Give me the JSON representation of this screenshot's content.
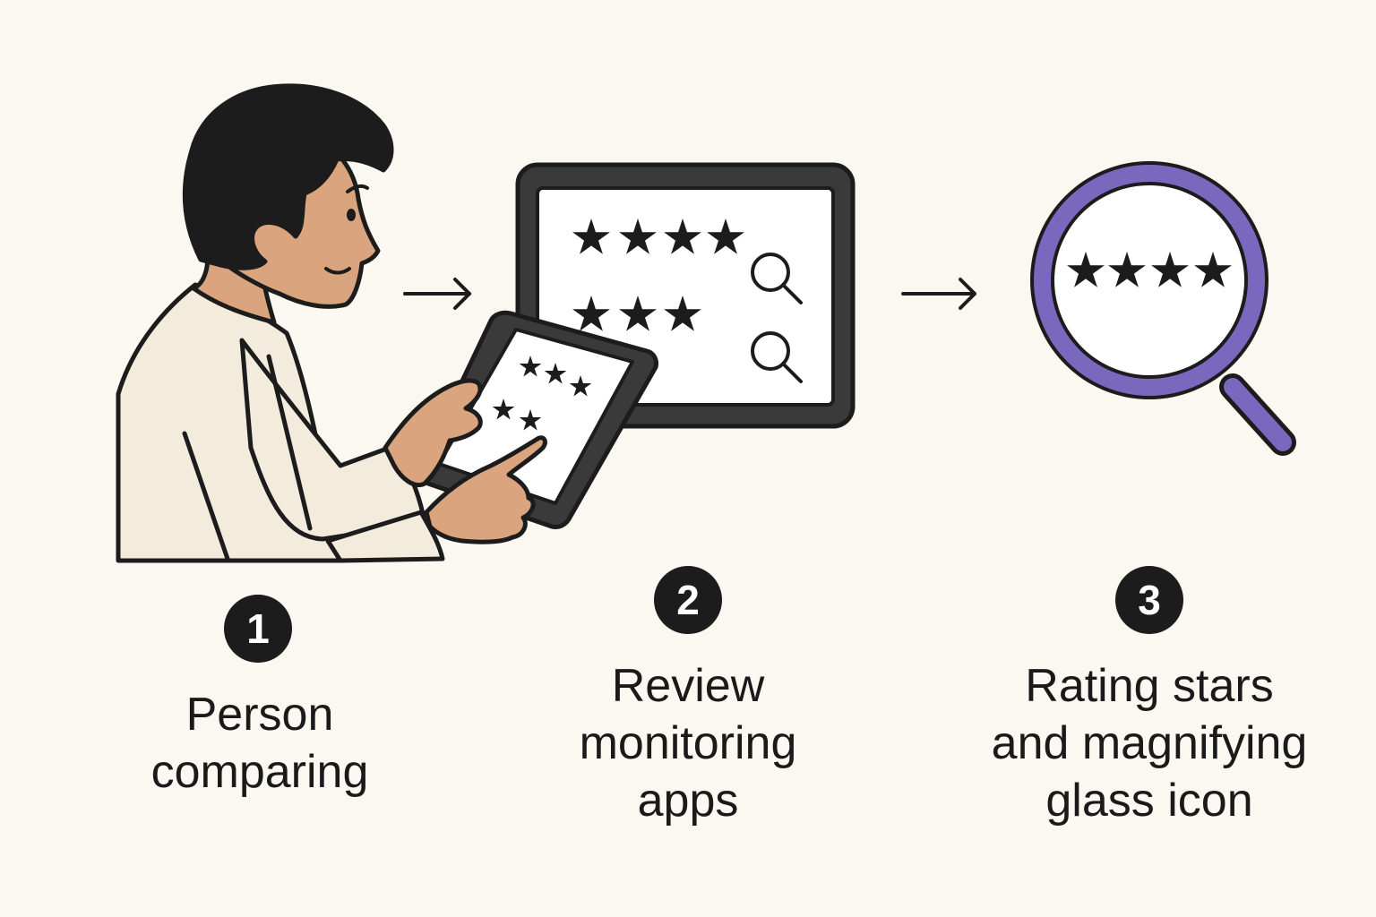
{
  "steps": [
    {
      "number": "1",
      "caption_lines": [
        "Person",
        "comparing"
      ]
    },
    {
      "number": "2",
      "caption_lines": [
        "Review",
        "monitoring",
        "apps"
      ]
    },
    {
      "number": "3",
      "caption_lines": [
        "Rating stars",
        "and magnifying",
        "glass icon"
      ]
    }
  ],
  "illustrations": {
    "step1": {
      "icon": "person-with-tablet-icon",
      "tablet_ratings": [
        3,
        2
      ]
    },
    "step2": {
      "icon": "monitor-reviews-icon",
      "ratings": [
        4,
        3
      ]
    },
    "step3": {
      "icon": "magnifying-glass-icon",
      "rating": 4
    }
  },
  "colors": {
    "background": "#FBF7F1",
    "ink": "#1C1C1C",
    "skin": "#D9A47E",
    "shirt": "#F3ECDD",
    "lens_ring": "#7A67BE"
  }
}
